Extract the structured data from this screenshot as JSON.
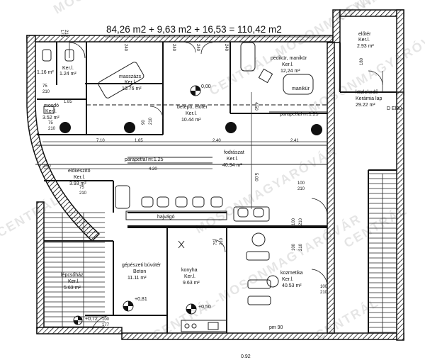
{
  "header": {
    "area_formula": "84,26 m2 + 9,63 m2 + 16,53 = 110,42 m2"
  },
  "rooms": [
    {
      "name": "wc",
      "area": "1.16 m²",
      "floor": ""
    },
    {
      "name": "wc",
      "area": "1.24 m²",
      "floor": "Ker.l."
    },
    {
      "name": "masszázs",
      "area": "10.76 m²",
      "floor": "Ker.l."
    },
    {
      "name": "pedikür, manikür",
      "area": "12,24 m²",
      "floor": "Ker.l."
    },
    {
      "name": "előtér",
      "area": "2.93 m²",
      "floor": "Ker.l."
    },
    {
      "name": "mosdó",
      "area": "3.52 m²",
      "floor": "Ker.l."
    },
    {
      "name": "betépő, előtér",
      "area": "10.44 m²",
      "floor": "Ker.l."
    },
    {
      "name": "közlekedő",
      "area": "29.22 m²",
      "floor": "Kerámia lap"
    },
    {
      "name": "fodrászat",
      "area": "40.94 m²",
      "floor": "Ker.l."
    },
    {
      "name": "előkészítő",
      "area": "3.93 m²",
      "floor": "Ker.l."
    },
    {
      "name": "gépészeti búvótér",
      "area": "11.11 m²",
      "floor": "Beton"
    },
    {
      "name": "lépcsőház",
      "area": "5.63 m²",
      "floor": "Ker.l."
    },
    {
      "name": "konyha",
      "area": "9.63 m²",
      "floor": "Ker.l."
    },
    {
      "name": "kozmetika",
      "area": "40.53 m²",
      "floor": "Ker.l."
    }
  ],
  "labels": {
    "parapet1": "parapetfal m:1.25",
    "parapet2": "parapetfal m:1.25",
    "hajvago": "hajvágó",
    "masszazs_tag": "masszázs",
    "manikur_tag": "manikür",
    "pm": "pm 90",
    "d_elso": "D El30-",
    "kozlekedo_floor_short": "Kerámia lap"
  },
  "levels": {
    "center": "0,00",
    "l81": "+0,81",
    "l72": "+0,72",
    "l50": "+0,50"
  },
  "dimensions": {
    "d175a": "175",
    "d210a": "210",
    "d240a": "240",
    "d240b": "240",
    "d240c": "240",
    "d240d": "240",
    "d180": "180",
    "d75a": "75",
    "d210b": "210",
    "d75b": "75",
    "d210c": "210",
    "d90a": "90",
    "d210d": "210",
    "d75c": "75",
    "d210e": "210",
    "d100a": "100",
    "d210f": "210",
    "d100b": "100",
    "d210g": "210",
    "d75d": "75",
    "d210h": "210",
    "d100c": "100",
    "d210i": "210",
    "d100d": "100",
    "d177": "177",
    "d100e": "100",
    "d210j": "210",
    "w185": "1.85",
    "w710": "7.10",
    "w241": "2.41",
    "w250": "2.50",
    "w420": "4.20",
    "w165": "1.65",
    "w240": "2.40",
    "v450": "4.50",
    "v500": "5.00",
    "bottom": "0.92"
  },
  "watermarks": [
    "CENTRÁL",
    "MOSONMAGYARÓVÁR",
    "CENTRÁL-MOSONMAGYARÓVÁR",
    "CENTRÁL",
    "MOSONMAGYARÓVÁR",
    "CENTRÁL-MOSONMAGYARÓVÁR",
    "CENTRÁL",
    "CENTRÁL",
    "MOSONMAGYARÓVÁR"
  ]
}
